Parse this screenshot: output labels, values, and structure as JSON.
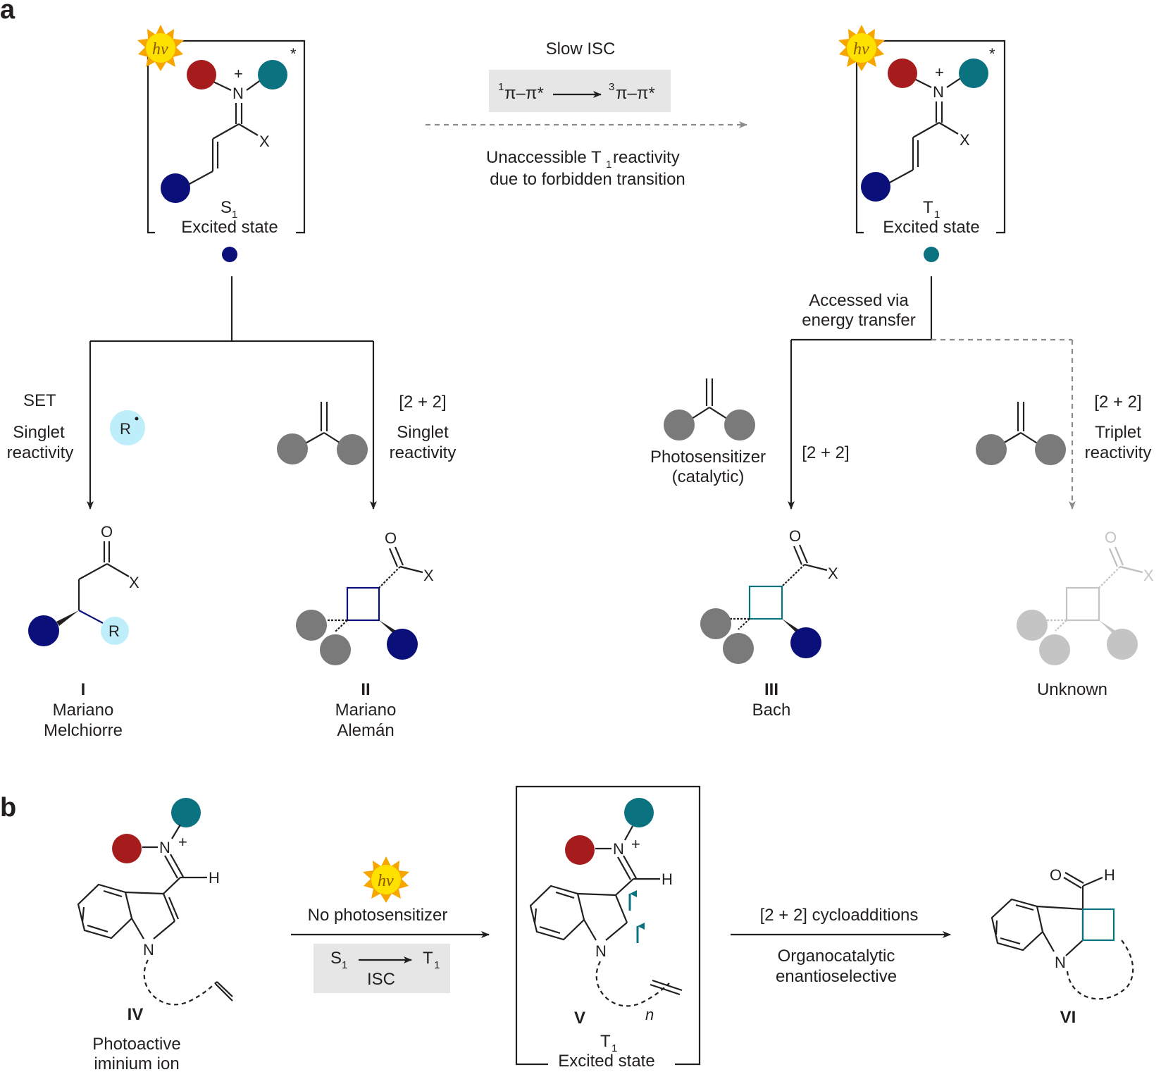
{
  "colors": {
    "red": "#a61c1c",
    "teal": "#0b7280",
    "navy": "#0b0f7a",
    "gray": "#7a7a7a",
    "light_gray": "#c4c4c4",
    "light_blue": "#bfeefb",
    "sun_yellow": "#ffe100",
    "sun_orange": "#f7a600",
    "box_fill": "#e6e6e6",
    "arrow_gray": "#8c8c8c"
  },
  "icons": [
    "sun-hv-icon",
    "sphere-substituent",
    "arrow",
    "dashed-arrow"
  ],
  "panel_a": {
    "label": "a",
    "hv": "hv",
    "star": "*",
    "plus": "+",
    "atom_N": "N",
    "atom_X": "X",
    "atom_O": "O",
    "atom_R": "R",
    "s1_letter": "S",
    "s1_sub": "1",
    "t1_letter": "T",
    "t1_sub": "1",
    "excited_state": "Excited state",
    "slow_isc": "Slow ISC",
    "transition": {
      "sup1": "1",
      "left": "π–π*",
      "sup3": "3",
      "right": "π–π*"
    },
    "unaccessible_line1_pre": "Unaccessible T",
    "unaccessible_line1_sub": "1",
    "unaccessible_line1_post": " reactivity",
    "unaccessible_line2": "due to forbidden transition",
    "accessed_line1": "Accessed via",
    "accessed_line2": "energy transfer",
    "set": "SET",
    "singlet_react_1": "Singlet",
    "singlet_react_2": "reactivity",
    "cyclo": "[2 + 2]",
    "photosens_1": "Photosensitizer",
    "photosens_2": "(catalytic)",
    "triplet_1": "Triplet",
    "triplet_2": "reactivity",
    "product_I": {
      "num": "I",
      "line1": "Mariano",
      "line2": "Melchiorre"
    },
    "product_II": {
      "num": "II",
      "line1": "Mariano",
      "line2": "Alemán"
    },
    "product_III": {
      "num": "III",
      "line1": "Bach"
    },
    "product_unknown": "Unknown"
  },
  "panel_b": {
    "label": "b",
    "hv": "hv",
    "plus": "+",
    "atom_N": "N",
    "atom_H": "H",
    "atom_O": "O",
    "no_photosensitizer": "No photosensitizer",
    "isc_s": "S",
    "isc_s_sub": "1",
    "isc_t": "T",
    "isc_t_sub": "1",
    "isc": "ISC",
    "cyclo": "[2 + 2] cycloadditions",
    "organo_1": "Organocatalytic",
    "organo_2": "enantioselective",
    "n": "n",
    "IV": {
      "num": "IV",
      "line1": "Photoactive",
      "line2": "iminium ion"
    },
    "V": {
      "num": "V",
      "t_letter": "T",
      "t_sub": "1",
      "excited_state": "Excited state"
    },
    "VI": {
      "num": "VI"
    }
  }
}
